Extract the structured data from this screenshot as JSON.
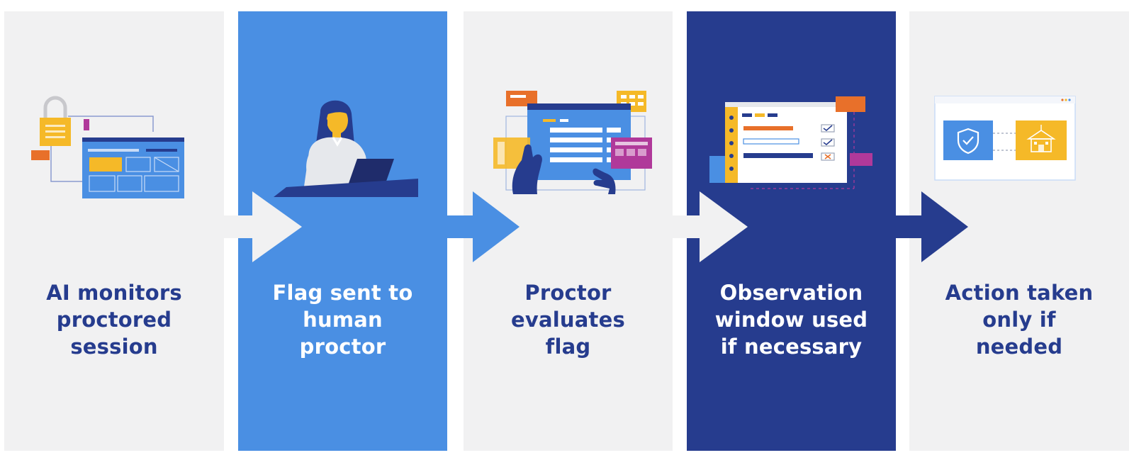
{
  "steps": [
    {
      "label": "AI monitors\nproctored\nsession",
      "icon": "lock-dashboard-icon"
    },
    {
      "label": "Flag sent to\nhuman\nproctor",
      "icon": "proctor-laptop-icon"
    },
    {
      "label": "Proctor\nevaluates\nflag",
      "icon": "hands-review-screen-icon"
    },
    {
      "label": "Observation\nwindow used\nif necessary",
      "icon": "checklist-window-icon"
    },
    {
      "label": "Action taken\nonly if\nneeded",
      "icon": "shield-school-icon"
    }
  ],
  "colors": {
    "light_gray": "#f1f1f2",
    "bright_blue": "#4a8fe3",
    "navy": "#263c8e",
    "yellow": "#f5b928",
    "orange": "#e8702a",
    "magenta": "#b0399a"
  }
}
